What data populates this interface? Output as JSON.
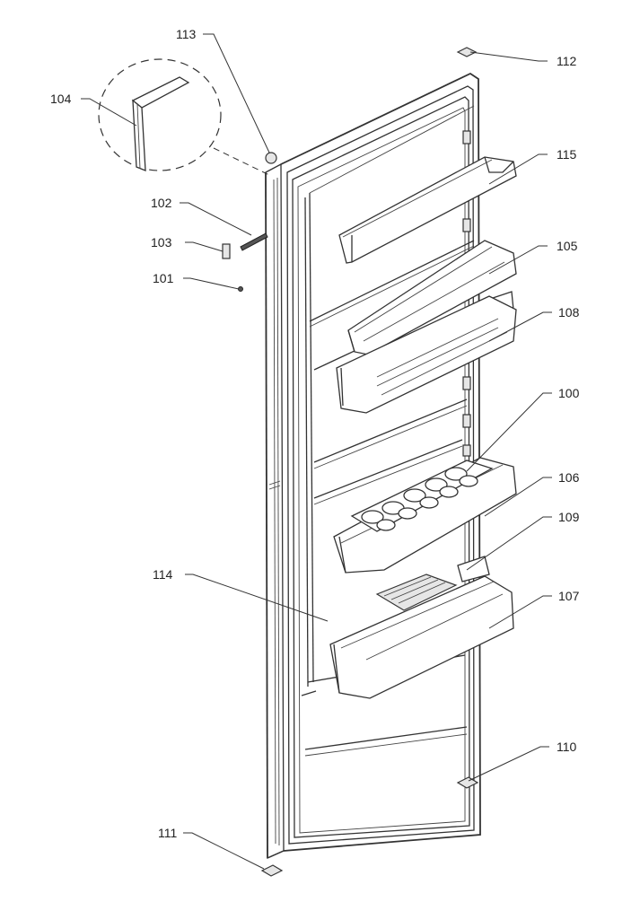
{
  "diagram": {
    "callouts": [
      {
        "id": "c113",
        "label": "113"
      },
      {
        "id": "c112",
        "label": "112"
      },
      {
        "id": "c104",
        "label": "104"
      },
      {
        "id": "c115",
        "label": "115"
      },
      {
        "id": "c102",
        "label": "102"
      },
      {
        "id": "c103",
        "label": "103"
      },
      {
        "id": "c105",
        "label": "105"
      },
      {
        "id": "c101",
        "label": "101"
      },
      {
        "id": "c108",
        "label": "108"
      },
      {
        "id": "c100",
        "label": "100"
      },
      {
        "id": "c106",
        "label": "106"
      },
      {
        "id": "c109",
        "label": "109"
      },
      {
        "id": "c114",
        "label": "114"
      },
      {
        "id": "c107",
        "label": "107"
      },
      {
        "id": "c110",
        "label": "110"
      },
      {
        "id": "c111",
        "label": "111"
      }
    ]
  }
}
